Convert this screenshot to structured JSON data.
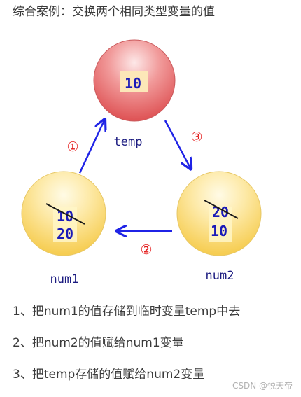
{
  "heading": "综合案例：交换两个相同类型变量的值",
  "diagram": {
    "temp": {
      "name": "temp",
      "value": "10"
    },
    "num1": {
      "name": "num1",
      "old_value": "10",
      "new_value": "20"
    },
    "num2": {
      "name": "num2",
      "old_value": "20",
      "new_value": "10"
    },
    "markers": {
      "step1": "①",
      "step2": "②",
      "step3": "③"
    },
    "colors": {
      "temp_fill": "#e9686a",
      "var_fill": "#fbd86a",
      "arrow": "#1f23e6",
      "marker": "#e41a1a",
      "value_text": "#1b1bb8",
      "label_text": "#1b1b80"
    }
  },
  "steps": [
    "1、把num1的值存储到临时变量temp中去",
    "2、把num2的值赋给num1变量",
    "3、把temp存储的值赋给num2变量"
  ],
  "watermark": "CSDN @悦天帝"
}
